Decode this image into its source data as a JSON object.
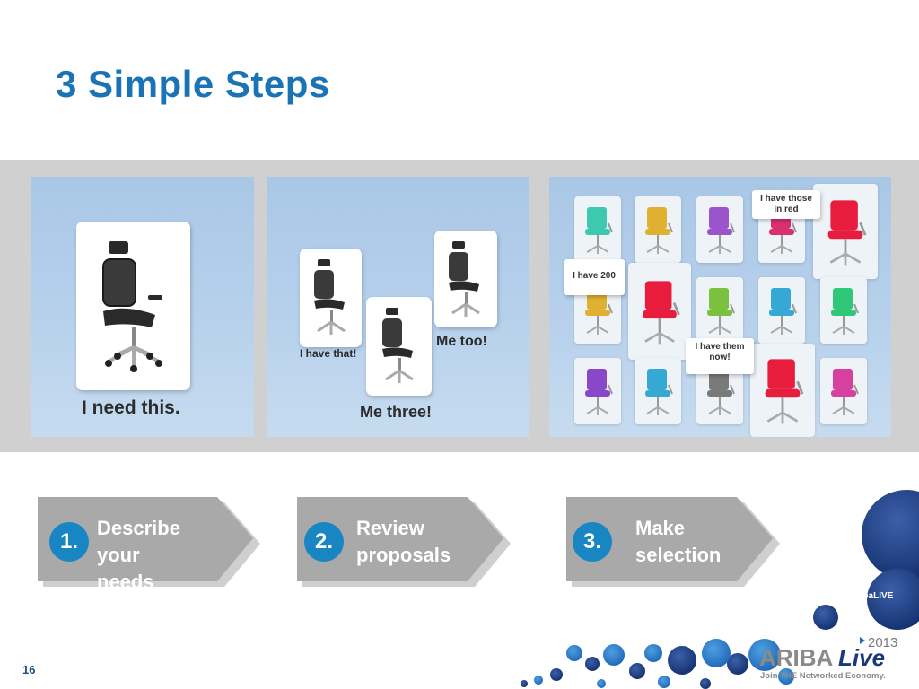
{
  "slide": {
    "title": "3 Simple Steps",
    "page_number": "16"
  },
  "panels": {
    "panel1": {
      "caption": "I need this."
    },
    "panel2": {
      "captions": [
        "I have that!",
        "Me three!",
        "Me too!"
      ]
    },
    "panel3": {
      "bubbles": [
        "I have those in red",
        "I have 200",
        "I have them now!"
      ]
    }
  },
  "steps": [
    {
      "number": "1.",
      "line1": "Describe",
      "line2": "your needs"
    },
    {
      "number": "2.",
      "line1": "Review",
      "line2": "proposals"
    },
    {
      "number": "3.",
      "line1": "Make",
      "line2": "selection"
    }
  ],
  "branding": {
    "hashtag": "#AribaLIVE",
    "year": "2013",
    "logo_text": "ARIBA",
    "logo_live": "Live",
    "tagline": "Join THE Networked Economy."
  },
  "colors": {
    "title_blue": "#1a73b5",
    "step_gray": "#a9a9a9",
    "step_circle": "#1786c2",
    "deco_navy": "#1a3a7a",
    "chair_colors": [
      "#3cc9b0",
      "#e0b030",
      "#9a55cc",
      "#d83070",
      "#e81c3c",
      "#7cc040",
      "#35a8d4",
      "#7a7a7a",
      "#2ec878",
      "#8848c8",
      "#d840a0"
    ]
  }
}
